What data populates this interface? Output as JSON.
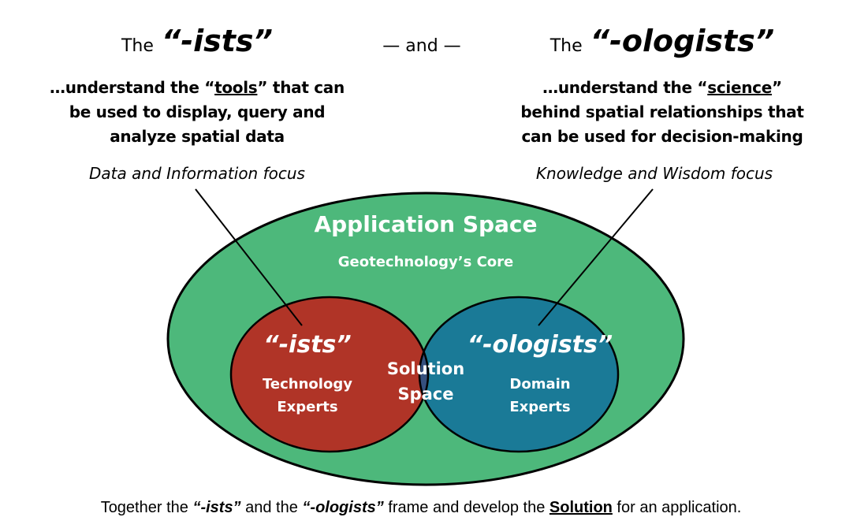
{
  "left": {
    "heading_prefix": "The",
    "heading_term": "“-ists”",
    "desc_line1_a": "…understand the “",
    "desc_line1_u": "tools",
    "desc_line1_b": "” that can",
    "desc_line2": "be used to display, query and",
    "desc_line3": "analyze spatial data",
    "focus": "Data and Information focus"
  },
  "connector": "— and —",
  "right": {
    "heading_prefix": "The",
    "heading_term": "“-ologists”",
    "desc_line1_a": "…understand the “",
    "desc_line1_u": "science",
    "desc_line1_b": "”",
    "desc_line2": "behind spatial relationships that",
    "desc_line3": "can be used for decision-making",
    "focus": "Knowledge and Wisdom focus"
  },
  "venn": {
    "outer_title": "Application Space",
    "outer_subtitle": "Geotechnology’s Core",
    "left_term": "“-ists”",
    "left_line1": "Technology",
    "left_line2": "Experts",
    "right_term": "“-ologists”",
    "right_line1": "Domain",
    "right_line2": "Experts",
    "overlap_line1": "Solution",
    "overlap_line2": "Space",
    "colors": {
      "outer": "#4db87b",
      "left": "#b03427",
      "right": "#1a7a97",
      "overlap": "#35507e"
    }
  },
  "footer": {
    "p1": "Together the ",
    "t1": "“-ists”",
    "p2": " and the ",
    "t2": "“-ologists”",
    "p3": " frame and develop the ",
    "t3": "Solution",
    "p4": " for an application."
  }
}
